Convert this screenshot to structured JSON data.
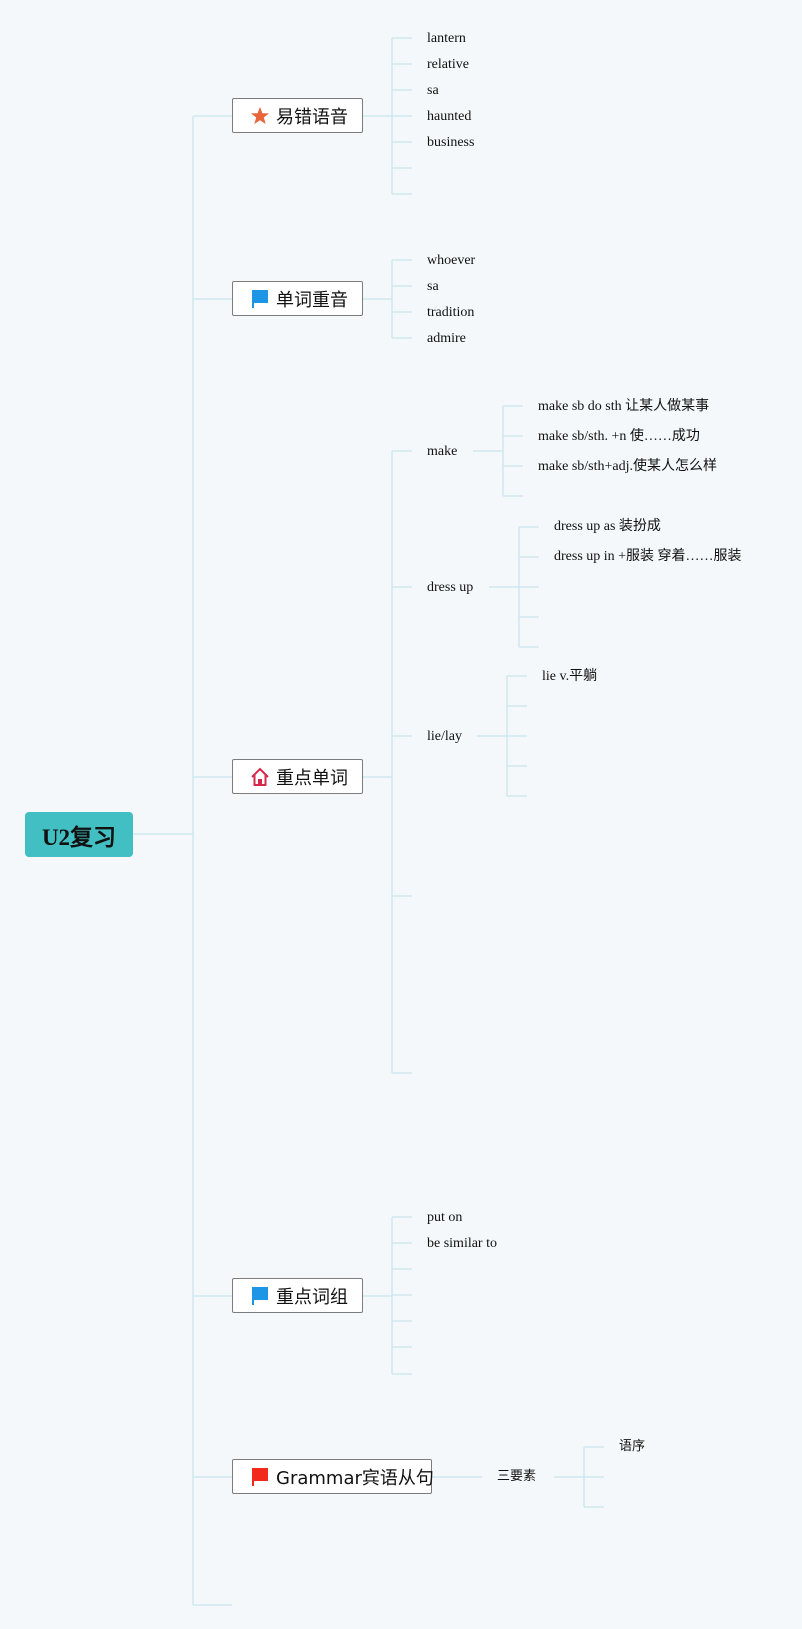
{
  "root": {
    "label": "U2复习"
  },
  "topics": [
    {
      "label": "易错语音",
      "icon": "star-icon",
      "color": "#e8653a",
      "items": [
        "lantern",
        "relative",
        "sa",
        "haunted",
        "business"
      ]
    },
    {
      "label": "单词重音",
      "icon": "blue-flag-icon",
      "color": "#1e96e6",
      "items": [
        "whoever",
        "sa",
        "tradition",
        "admire"
      ]
    },
    {
      "label": "重点单词",
      "icon": "house-icon",
      "color": "#d6284b",
      "words": [
        {
          "label": "make",
          "items": [
            "make sb do sth 让某人做某事",
            "make sb/sth. +n 使……成功",
            "make sb/sth+adj.使某人怎么样"
          ]
        },
        {
          "label": "dress up",
          "items": [
            "dress up as 装扮成",
            "dress up in +服装 穿着……服装"
          ]
        },
        {
          "label": "lie/lay",
          "items": [
            "lie v.平躺"
          ]
        }
      ]
    },
    {
      "label": "重点词组",
      "icon": "blue-flag-icon",
      "color": "#1e96e6",
      "items": [
        "put on",
        "be similar to"
      ]
    },
    {
      "label": "Grammar宾语从句",
      "icon": "red-flag-icon",
      "color": "#f22a1c",
      "sub": {
        "label": "三要素",
        "items": [
          "语序"
        ]
      }
    }
  ]
}
